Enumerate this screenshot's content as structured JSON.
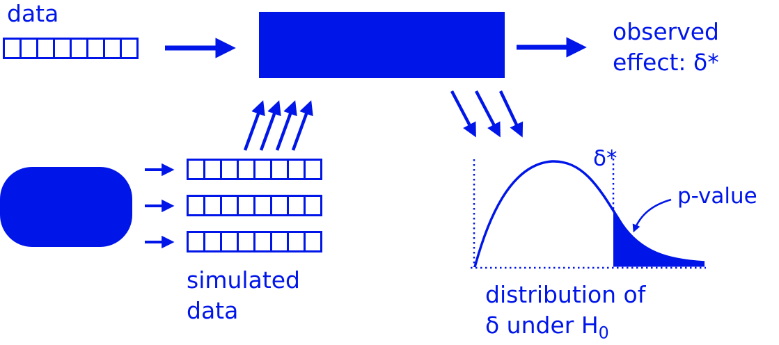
{
  "colors": {
    "accent": "#0016e8",
    "background": "#ffffff"
  },
  "labels": {
    "data": "data",
    "observed_line1": "observed",
    "observed_line2": "effect: δ*",
    "simulated_line1": "simulated",
    "simulated_line2": "data",
    "delta_star": "δ*",
    "p_value": "p-value",
    "dist_line1": "distribution of",
    "dist_line2_main": "δ under H",
    "dist_line2_sub": "0"
  },
  "strips": {
    "data_cells": 8,
    "simulated_cells": 8
  }
}
